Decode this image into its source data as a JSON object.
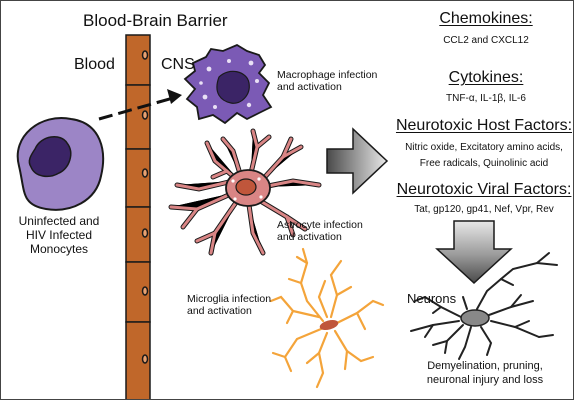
{
  "barrier": {
    "title": "Blood-Brain Barrier",
    "blood_label": "Blood",
    "cns_label": "CNS"
  },
  "cells": {
    "macrophage_label": [
      "Macrophage infection",
      "and activation"
    ],
    "monocytes_label": [
      "Uninfected and",
      "HIV Infected",
      "Monocytes"
    ],
    "astrocyte_label": [
      "Astrocyte infection",
      "and activation"
    ],
    "microglia_label": [
      "Microglia infection",
      "and activation"
    ],
    "neurons_label": "Neurons",
    "outcome_label": [
      "Demyelination, pruning,",
      "neuronal injury and loss"
    ]
  },
  "factors": {
    "chemokines": {
      "heading": "Chemokines:",
      "items": "CCL2 and CXCL12"
    },
    "cytokines": {
      "heading": "Cytokines:",
      "items": "TNF-α, IL-1β, IL-6"
    },
    "host": {
      "heading": "Neurotoxic Host Factors:",
      "items": [
        "Nitric oxide, Excitatory amino acids,",
        "Free radicals, Quinolinic acid"
      ]
    },
    "viral": {
      "heading": "Neurotoxic Viral Factors:",
      "items": "Tat, gp120, gp41, Nef, Vpr, Rev"
    }
  },
  "colors": {
    "barrier": "#c0672a",
    "monocyte": "#9c85c6",
    "monocyte_nucleus": "#3b2466",
    "macrophage": "#7b5ab5",
    "astrocyte": "#d98585",
    "astrocyte_nucleus": "#c0563b",
    "microglia": "#f4a43a",
    "neuron": "#222222"
  }
}
